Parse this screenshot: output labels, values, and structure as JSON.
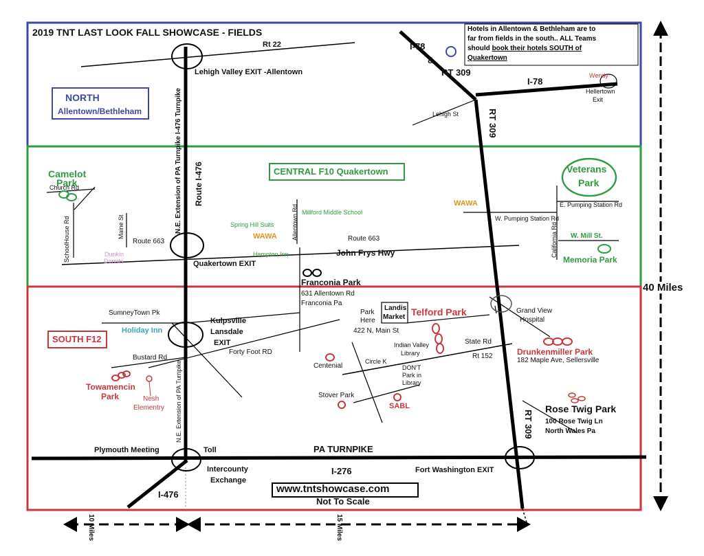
{
  "title": "2019 TNT LAST LOOK FALL SHOWCASE - FIELDS",
  "hotel_note": {
    "line1": "Hotels in Allentown & Bethleham are to",
    "line2": "far from fields in the south.. ALL Teams",
    "line3a": "should ",
    "line3b": "book their hotels SOUTH of",
    "line4": "Quakertown"
  },
  "regions": {
    "north": {
      "label": "NORTH",
      "sub": "Allentown/Bethleham",
      "color": "#3c4aa0"
    },
    "central": {
      "label": "CENTRAL F10  Quakertown",
      "color": "#2e9c3f"
    },
    "south": {
      "label": "SOUTH F12",
      "color": "#c8373c"
    }
  },
  "roads": {
    "rt22": "Rt 22",
    "lehigh_exit": "Lehigh Valley EXIT -Allentown",
    "i78_a": "I-78",
    "amp": "&",
    "rt309_a": "RT 309",
    "i78_b": "I-78",
    "lehigh_st": "Lehigh St",
    "wendy": "Wendy",
    "hellertown": "Hellertown",
    "exit": "Exit",
    "rt309_b": "RT 309",
    "turnpike_ne": "N.E. Extension of PA Turnpike I-476 Turnpike",
    "route_i476": "Route I-476",
    "route663_a": "Route 663",
    "route663_b": "Route 663",
    "john_frys": "John Frys Hwy",
    "quakertown_exit": "Quakertown EXIT",
    "allentown_rd": "Allentown Rd",
    "maine_st": "Maine St",
    "schoolhouse_rd": "SchoolHouse Rd",
    "church_rd": "Church Rd",
    "w_pumping": "W. Pumping Station Rd",
    "e_pumping": "E. Pumping Station Rd",
    "california_rd": "California Rd",
    "w_mill": "W. Mill St.",
    "sumneytown": "SumneyTown Pk",
    "kulpsville": "Kulpsville",
    "lansdale": "Lansdale",
    "kl_exit": "EXIT",
    "bustard": "Bustard Rd",
    "forty_foot": "Forty Foot RD",
    "ne_ext_south": "N.E. Extension of PA Turnpike",
    "state_rd": "State Rd",
    "rt152": "Rt 152",
    "circle_k": "Circle K",
    "rt309_c": "RT 309",
    "plymouth": "Plymouth Meeting",
    "toll": "Toll",
    "pa_turnpike": "PA TURNPIKE",
    "intercounty": "Intercounty",
    "exchange": "Exchange",
    "i276": "I-276",
    "fort_washington": "Fort Washington EXIT",
    "i476": "I-476"
  },
  "places": {
    "camelot": "Camelot",
    "camelot_park": "Park",
    "veterans": "Veterans",
    "veterans_park": "Park",
    "wawa_a": "WAWA",
    "wawa_b": "WAWA",
    "spring_hill": "Spring Hill Suits",
    "hampton": "Hampton Inn",
    "millford": "Millford Middle School",
    "dunkin_a": "Dunkin",
    "dunkin_b": "Donuts",
    "memorial": "Memoria Park",
    "franconia": "Franconia Park",
    "franconia_addr1": "631 Allentown Rd",
    "franconia_addr2": "Franconia Pa",
    "holiday_inn": "Holiday Inn",
    "park_here_a": "Park",
    "park_here_b": "Here",
    "landis_a": "Landis",
    "landis_b": "Market",
    "main_st": "422 N, Main St",
    "telford": "Telford Park",
    "grand_view_a": "Grand View",
    "grand_view_b": "Hospital",
    "iv_library_a": "Indian Valley",
    "iv_library_b": "Library",
    "dont_a": "DON'T",
    "dont_b": "Park in",
    "dont_c": "Library",
    "drunkenmiller": "Drunkenmiller Park",
    "drunkenmiller_addr": "182 Maple Ave, Sellersville",
    "centenial": "Centenial",
    "stover": "Stover Park",
    "sabl": "SABL",
    "towamencin_a": "Towamencin",
    "towamencin_b": "Park",
    "nesh_a": "Nesh",
    "nesh_b": "Elementry",
    "rose_twig": "Rose Twig Park",
    "rose_addr1": "100 Rose Twig Ln",
    "rose_addr2": "North Wales Pa"
  },
  "footer": {
    "website": "www.tntshowcase.com",
    "scale_note": "Not To Scale",
    "forty_miles": "40 Miles",
    "ten_miles": "10 Miles",
    "fifteen_miles": "15 Miles"
  }
}
